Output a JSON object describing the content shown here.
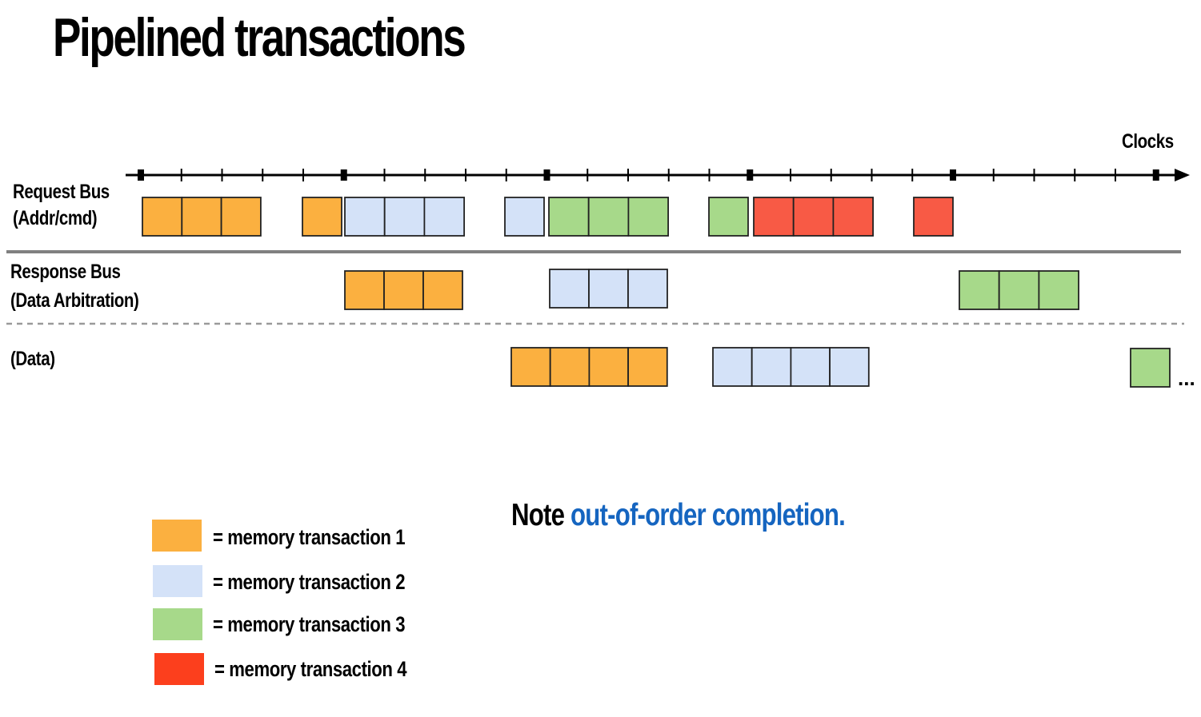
{
  "title": "Pipelined transactions",
  "axis_label": "Clocks",
  "rows": {
    "request_bus": {
      "line1": "Request Bus",
      "line2": "(Addr/cmd)"
    },
    "response_bus": {
      "line1": "Response Bus",
      "line2": "(Data Arbitration)"
    },
    "data": {
      "line1": "(Data)"
    }
  },
  "ellipsis": "...",
  "colors": {
    "t1": "#fbb040",
    "t2": "#d4e2f8",
    "t3": "#a7d98a",
    "t4": "#f85a45",
    "t4_legend": "#fc3f1d",
    "note_highlight": "#1565c0"
  },
  "legend": [
    {
      "label": "= memory transaction 1",
      "color": "#fbb040"
    },
    {
      "label": "= memory transaction 2",
      "color": "#d4e2f8"
    },
    {
      "label": "= memory transaction 3",
      "color": "#a7d98a"
    },
    {
      "label": "= memory transaction 4",
      "color": "#fc3f1d"
    }
  ],
  "note": {
    "prefix": "Note ",
    "highlight": "out-of-order completion."
  }
}
